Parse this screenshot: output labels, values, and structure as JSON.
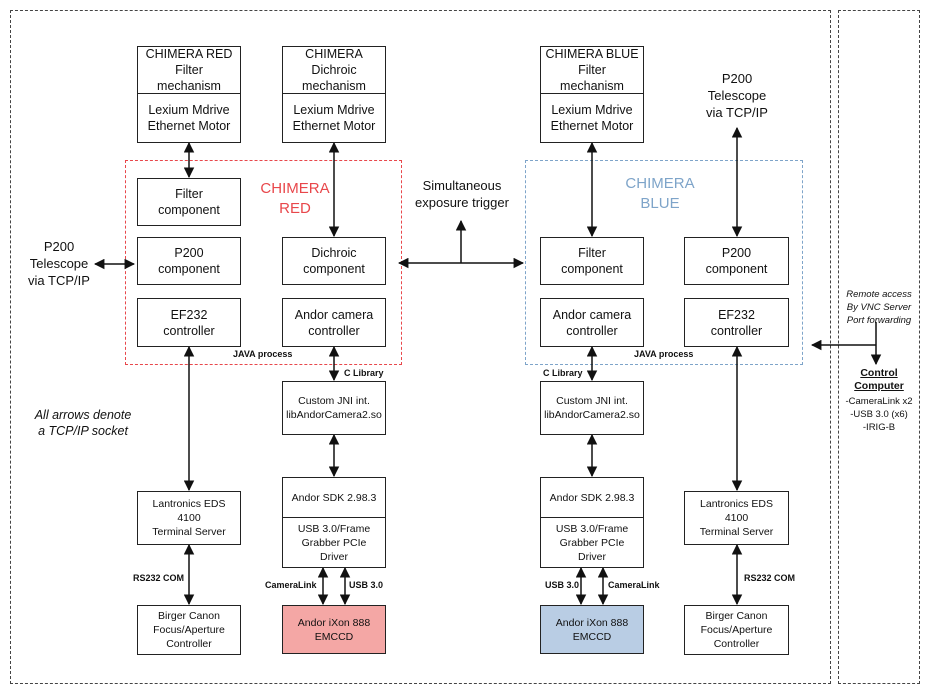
{
  "colors": {
    "red": "#e8474b",
    "blue": "#7ea4c9",
    "red_fill": "#f4a7a5",
    "blue_fill": "#b9cde4"
  },
  "red": {
    "filter_mech": "CHIMERA RED\nFilter mechanism",
    "filter_motor": "Lexium Mdrive\nEthernet Motor",
    "dichroic_mech": "CHIMERA Dichroic\nmechanism",
    "dichroic_motor": "Lexium Mdrive\nEthernet Motor",
    "title": "CHIMERA\nRED",
    "filter_comp": "Filter\ncomponent",
    "p200_comp": "P200\ncomponent",
    "dichroic_comp": "Dichroic\ncomponent",
    "ef232": "EF232\ncontroller",
    "andor_ctrl": "Andor camera\ncontroller",
    "java": "JAVA process",
    "c_library": "C Library",
    "jni": "Custom JNI int.\nlibAndorCamera2.so",
    "sdk": "Andor SDK 2.98.3",
    "driver": "USB 3.0/Frame\nGrabber PCIe Driver",
    "cameralink": "CameraLink",
    "usb": "USB 3.0",
    "camera": "Andor iXon 888\nEMCCD",
    "lantronix": "Lantronics EDS 4100\nTerminal Server",
    "rs232": "RS232 COM",
    "birger": "Birger Canon\nFocus/Aperture\nController"
  },
  "blue": {
    "filter_mech": "CHIMERA BLUE\nFilter mechanism",
    "filter_motor": "Lexium Mdrive\nEthernet Motor",
    "title": "CHIMERA\nBLUE",
    "filter_comp": "Filter\ncomponent",
    "p200_comp": "P200\ncomponent",
    "andor_ctrl": "Andor camera\ncontroller",
    "ef232": "EF232\ncontroller",
    "java": "JAVA process",
    "c_library": "C Library",
    "jni": "Custom JNI int.\nlibAndorCamera2.so",
    "sdk": "Andor SDK 2.98.3",
    "driver": "USB 3.0/Frame\nGrabber PCIe Driver",
    "usb": "USB 3.0",
    "cameralink": "CameraLink",
    "camera": "Andor iXon 888\nEMCCD",
    "lantronix": "Lantronics EDS 4100\nTerminal Server",
    "rs232": "RS232 COM",
    "birger": "Birger Canon\nFocus/Aperture\nController"
  },
  "p200_left": "P200\nTelescope\nvia TCP/IP",
  "p200_right": "P200\nTelescope\nvia TCP/IP",
  "trigger": "Simultaneous\nexposure trigger",
  "note": "All arrows denote\na TCP/IP socket",
  "remote": "Remote access\nBy VNC Server\nPort forwarding",
  "control_title": "Control\nComputer",
  "control_items": "-CameraLink x2\n-USB 3.0 (x6)\n-IRIG-B"
}
